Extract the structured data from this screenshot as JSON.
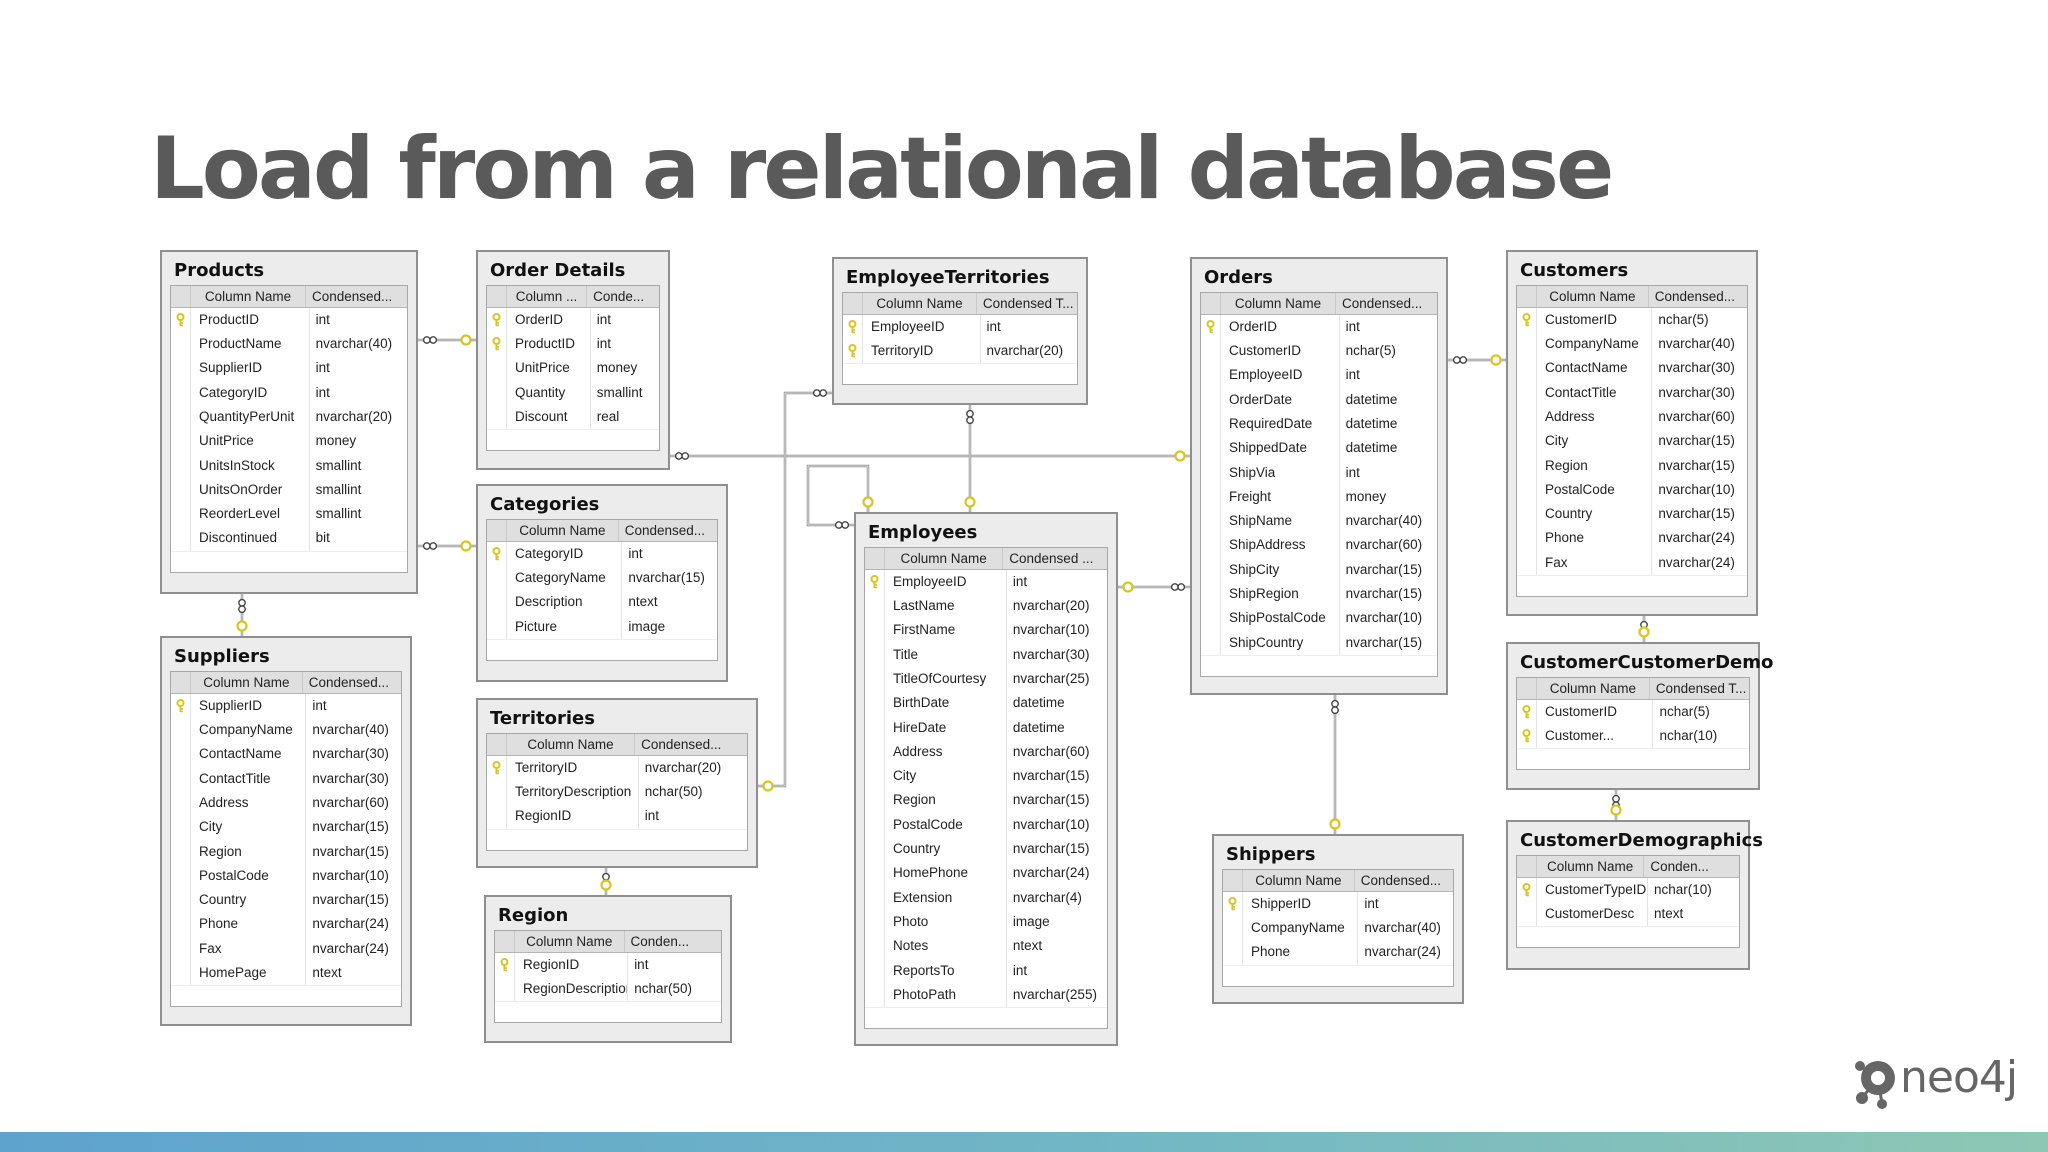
{
  "slide": {
    "title": "Load from a relational database"
  },
  "logo": {
    "text": "neo4j"
  },
  "colors": {
    "title": "#5a5a5a",
    "key": "#d9c51c",
    "connector": "#8a8a8a",
    "footer_gradient": [
      "#5ea3cd",
      "#8ec7b3"
    ]
  },
  "tables": [
    {
      "id": "products",
      "name": "Products",
      "headers": [
        "Column Name",
        "Condensed..."
      ],
      "rows": [
        {
          "col": "ProductID",
          "type": "int",
          "key": true
        },
        {
          "col": "ProductName",
          "type": "nvarchar(40)"
        },
        {
          "col": "SupplierID",
          "type": "int"
        },
        {
          "col": "CategoryID",
          "type": "int"
        },
        {
          "col": "QuantityPerUnit",
          "type": "nvarchar(20)"
        },
        {
          "col": "UnitPrice",
          "type": "money"
        },
        {
          "col": "UnitsInStock",
          "type": "smallint"
        },
        {
          "col": "UnitsOnOrder",
          "type": "smallint"
        },
        {
          "col": "ReorderLevel",
          "type": "smallint"
        },
        {
          "col": "Discontinued",
          "type": "bit"
        }
      ]
    },
    {
      "id": "order_details",
      "name": "Order Details",
      "headers": [
        "Column ...",
        "Conde..."
      ],
      "rows": [
        {
          "col": "OrderID",
          "type": "int",
          "key": true
        },
        {
          "col": "ProductID",
          "type": "int",
          "key": true
        },
        {
          "col": "UnitPrice",
          "type": "money"
        },
        {
          "col": "Quantity",
          "type": "smallint"
        },
        {
          "col": "Discount",
          "type": "real"
        }
      ]
    },
    {
      "id": "categories",
      "name": "Categories",
      "headers": [
        "Column Name",
        "Condensed..."
      ],
      "rows": [
        {
          "col": "CategoryID",
          "type": "int",
          "key": true
        },
        {
          "col": "CategoryName",
          "type": "nvarchar(15)"
        },
        {
          "col": "Description",
          "type": "ntext"
        },
        {
          "col": "Picture",
          "type": "image"
        }
      ]
    },
    {
      "id": "territories",
      "name": "Territories",
      "headers": [
        "Column Name",
        "Condensed..."
      ],
      "rows": [
        {
          "col": "TerritoryID",
          "type": "nvarchar(20)",
          "key": true
        },
        {
          "col": "TerritoryDescription",
          "type": "nchar(50)"
        },
        {
          "col": "RegionID",
          "type": "int"
        }
      ]
    },
    {
      "id": "region",
      "name": "Region",
      "headers": [
        "Column Name",
        "Conden..."
      ],
      "rows": [
        {
          "col": "RegionID",
          "type": "int",
          "key": true
        },
        {
          "col": "RegionDescription",
          "type": "nchar(50)"
        }
      ]
    },
    {
      "id": "suppliers",
      "name": "Suppliers",
      "headers": [
        "Column Name",
        "Condensed..."
      ],
      "rows": [
        {
          "col": "SupplierID",
          "type": "int",
          "key": true
        },
        {
          "col": "CompanyName",
          "type": "nvarchar(40)"
        },
        {
          "col": "ContactName",
          "type": "nvarchar(30)"
        },
        {
          "col": "ContactTitle",
          "type": "nvarchar(30)"
        },
        {
          "col": "Address",
          "type": "nvarchar(60)"
        },
        {
          "col": "City",
          "type": "nvarchar(15)"
        },
        {
          "col": "Region",
          "type": "nvarchar(15)"
        },
        {
          "col": "PostalCode",
          "type": "nvarchar(10)"
        },
        {
          "col": "Country",
          "type": "nvarchar(15)"
        },
        {
          "col": "Phone",
          "type": "nvarchar(24)"
        },
        {
          "col": "Fax",
          "type": "nvarchar(24)"
        },
        {
          "col": "HomePage",
          "type": "ntext"
        }
      ]
    },
    {
      "id": "employee_territories",
      "name": "EmployeeTerritories",
      "headers": [
        "Column Name",
        "Condensed T..."
      ],
      "rows": [
        {
          "col": "EmployeeID",
          "type": "int",
          "key": true
        },
        {
          "col": "TerritoryID",
          "type": "nvarchar(20)",
          "key": true
        }
      ]
    },
    {
      "id": "employees",
      "name": "Employees",
      "headers": [
        "Column Name",
        "Condensed ..."
      ],
      "rows": [
        {
          "col": "EmployeeID",
          "type": "int",
          "key": true
        },
        {
          "col": "LastName",
          "type": "nvarchar(20)"
        },
        {
          "col": "FirstName",
          "type": "nvarchar(10)"
        },
        {
          "col": "Title",
          "type": "nvarchar(30)"
        },
        {
          "col": "TitleOfCourtesy",
          "type": "nvarchar(25)"
        },
        {
          "col": "BirthDate",
          "type": "datetime"
        },
        {
          "col": "HireDate",
          "type": "datetime"
        },
        {
          "col": "Address",
          "type": "nvarchar(60)"
        },
        {
          "col": "City",
          "type": "nvarchar(15)"
        },
        {
          "col": "Region",
          "type": "nvarchar(15)"
        },
        {
          "col": "PostalCode",
          "type": "nvarchar(10)"
        },
        {
          "col": "Country",
          "type": "nvarchar(15)"
        },
        {
          "col": "HomePhone",
          "type": "nvarchar(24)"
        },
        {
          "col": "Extension",
          "type": "nvarchar(4)"
        },
        {
          "col": "Photo",
          "type": "image"
        },
        {
          "col": "Notes",
          "type": "ntext"
        },
        {
          "col": "ReportsTo",
          "type": "int"
        },
        {
          "col": "PhotoPath",
          "type": "nvarchar(255)"
        }
      ]
    },
    {
      "id": "orders",
      "name": "Orders",
      "headers": [
        "Column Name",
        "Condensed..."
      ],
      "rows": [
        {
          "col": "OrderID",
          "type": "int",
          "key": true
        },
        {
          "col": "CustomerID",
          "type": "nchar(5)"
        },
        {
          "col": "EmployeeID",
          "type": "int"
        },
        {
          "col": "OrderDate",
          "type": "datetime"
        },
        {
          "col": "RequiredDate",
          "type": "datetime"
        },
        {
          "col": "ShippedDate",
          "type": "datetime"
        },
        {
          "col": "ShipVia",
          "type": "int"
        },
        {
          "col": "Freight",
          "type": "money"
        },
        {
          "col": "ShipName",
          "type": "nvarchar(40)"
        },
        {
          "col": "ShipAddress",
          "type": "nvarchar(60)"
        },
        {
          "col": "ShipCity",
          "type": "nvarchar(15)"
        },
        {
          "col": "ShipRegion",
          "type": "nvarchar(15)"
        },
        {
          "col": "ShipPostalCode",
          "type": "nvarchar(10)"
        },
        {
          "col": "ShipCountry",
          "type": "nvarchar(15)"
        }
      ]
    },
    {
      "id": "shippers",
      "name": "Shippers",
      "headers": [
        "Column Name",
        "Condensed..."
      ],
      "rows": [
        {
          "col": "ShipperID",
          "type": "int",
          "key": true
        },
        {
          "col": "CompanyName",
          "type": "nvarchar(40)"
        },
        {
          "col": "Phone",
          "type": "nvarchar(24)"
        }
      ]
    },
    {
      "id": "customers",
      "name": "Customers",
      "headers": [
        "Column Name",
        "Condensed..."
      ],
      "rows": [
        {
          "col": "CustomerID",
          "type": "nchar(5)",
          "key": true
        },
        {
          "col": "CompanyName",
          "type": "nvarchar(40)"
        },
        {
          "col": "ContactName",
          "type": "nvarchar(30)"
        },
        {
          "col": "ContactTitle",
          "type": "nvarchar(30)"
        },
        {
          "col": "Address",
          "type": "nvarchar(60)"
        },
        {
          "col": "City",
          "type": "nvarchar(15)"
        },
        {
          "col": "Region",
          "type": "nvarchar(15)"
        },
        {
          "col": "PostalCode",
          "type": "nvarchar(10)"
        },
        {
          "col": "Country",
          "type": "nvarchar(15)"
        },
        {
          "col": "Phone",
          "type": "nvarchar(24)"
        },
        {
          "col": "Fax",
          "type": "nvarchar(24)"
        }
      ]
    },
    {
      "id": "customer_customer_demo",
      "name": "CustomerCustomerDemo",
      "headers": [
        "Column Name",
        "Condensed T..."
      ],
      "rows": [
        {
          "col": "CustomerID",
          "type": "nchar(5)",
          "key": true
        },
        {
          "col": "Customer...",
          "type": "nchar(10)",
          "key": true
        }
      ]
    },
    {
      "id": "customer_demographics",
      "name": "CustomerDemographics",
      "headers": [
        "Column Name",
        "Conden..."
      ],
      "rows": [
        {
          "col": "CustomerTypeID",
          "type": "nchar(10)",
          "key": true
        },
        {
          "col": "CustomerDesc",
          "type": "ntext"
        }
      ]
    }
  ],
  "relationships": [
    {
      "from": "order_details",
      "to": "products"
    },
    {
      "from": "products",
      "to": "categories"
    },
    {
      "from": "products",
      "to": "suppliers"
    },
    {
      "from": "order_details",
      "to": "orders"
    },
    {
      "from": "employee_territories",
      "to": "territories"
    },
    {
      "from": "employee_territories",
      "to": "employees"
    },
    {
      "from": "employees",
      "to": "employees"
    },
    {
      "from": "orders",
      "to": "employees"
    },
    {
      "from": "orders",
      "to": "customers"
    },
    {
      "from": "orders",
      "to": "shippers"
    },
    {
      "from": "territories",
      "to": "region"
    },
    {
      "from": "customer_customer_demo",
      "to": "customers"
    },
    {
      "from": "customer_customer_demo",
      "to": "customer_demographics"
    }
  ]
}
